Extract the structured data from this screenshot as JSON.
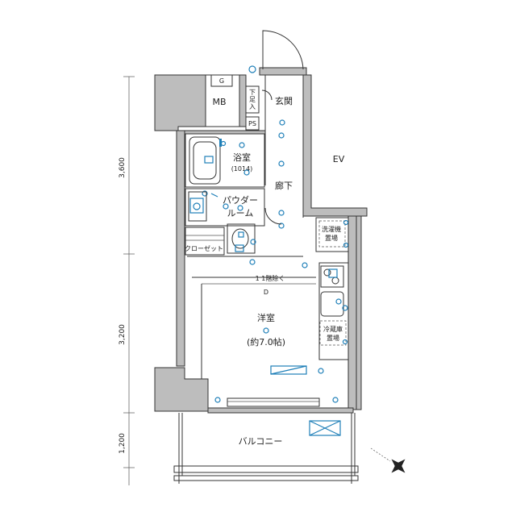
{
  "rooms": {
    "mb": "MB",
    "genkan": "玄関",
    "ps": "PS",
    "shoes_top": "下",
    "shoes_mid": "足",
    "shoes_bot": "入",
    "g_label": "G",
    "ev": "EV",
    "bath": "浴室",
    "bath_size": "(1014)",
    "hallway": "廊下",
    "powder_line1": "パウダー",
    "powder_line2": "ルーム",
    "closet": "クローゼット",
    "washer_line1": "洗濯機",
    "washer_line2": "置場",
    "fridge_line1": "冷蔵庫",
    "fridge_line2": "置場",
    "beam_note": "1 1階除く",
    "door_mark": "D",
    "western_room": "洋室",
    "western_size": "(約7.0帖)",
    "balcony": "バルコニー"
  },
  "dimensions": {
    "d1": "3,600",
    "d2": "3,200",
    "d3": "1,200"
  },
  "colors": {
    "wall_fill": "#bdbdbd",
    "equipment_blue": "#1e7fb8",
    "line": "#333333"
  },
  "icons": {
    "compass": "north-compass-icon"
  }
}
